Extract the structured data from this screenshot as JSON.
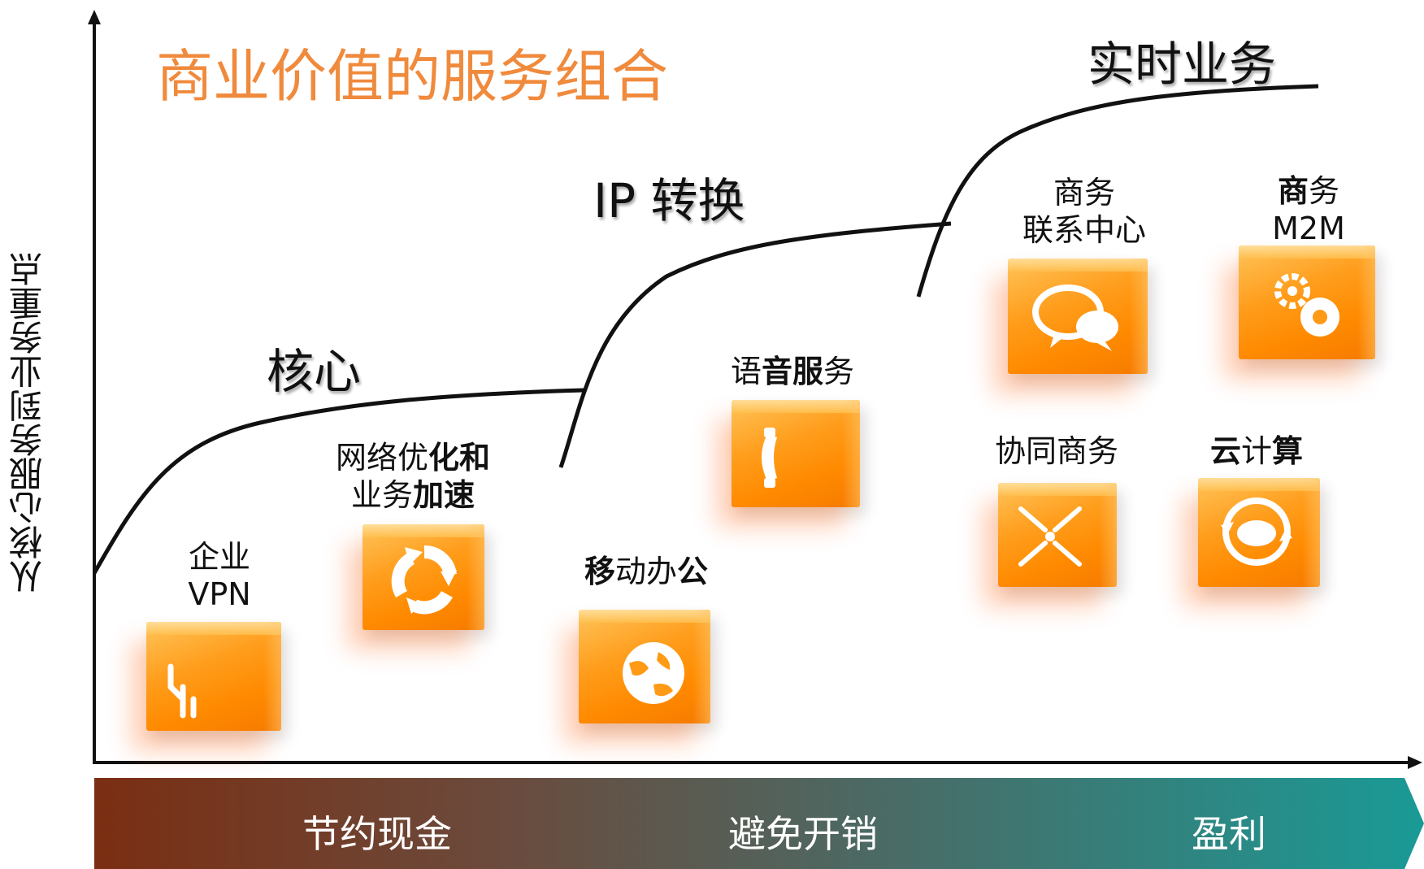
{
  "title": "商业价值的服务组合",
  "y_axis_label": "从核心服务到业务重点",
  "stages": {
    "core": "核心",
    "ip": "IP 转换",
    "realtime": "实时业务"
  },
  "services": {
    "vpn": {
      "line1": "企业",
      "line2": "VPN",
      "icon": "branch-icon"
    },
    "wan": {
      "line1a": "网络优",
      "line1b": "化和",
      "line2a": "业务",
      "line2b": "加速",
      "icon": "refresh-arrows-icon"
    },
    "mobile": {
      "part1": "移",
      "part2": "动办",
      "part3": "公",
      "icon": "globe-icon"
    },
    "voice": {
      "part1": "语",
      "part2": "音服",
      "part3": "务",
      "icon": "phone-icon"
    },
    "contact": {
      "line1": "商务",
      "line2": "联系中心",
      "icon": "chat-bubbles-icon"
    },
    "m2m": {
      "part1": "商",
      "part2": "务",
      "line2": "M2M",
      "icon": "gears-icon"
    },
    "collab": {
      "line1": "协同商务",
      "icon": "converge-arrows-icon"
    },
    "cloud": {
      "part1": "云",
      "part2": "计",
      "part3": "算",
      "icon": "cloud-cycle-icon"
    }
  },
  "band": {
    "left": "节约现金",
    "middle": "避免开销",
    "right": "盈利"
  },
  "colors": {
    "title": "#f08a3c",
    "cube": "#ff8a00",
    "band_start": "#7a2e12",
    "band_end": "#1a9a96"
  }
}
